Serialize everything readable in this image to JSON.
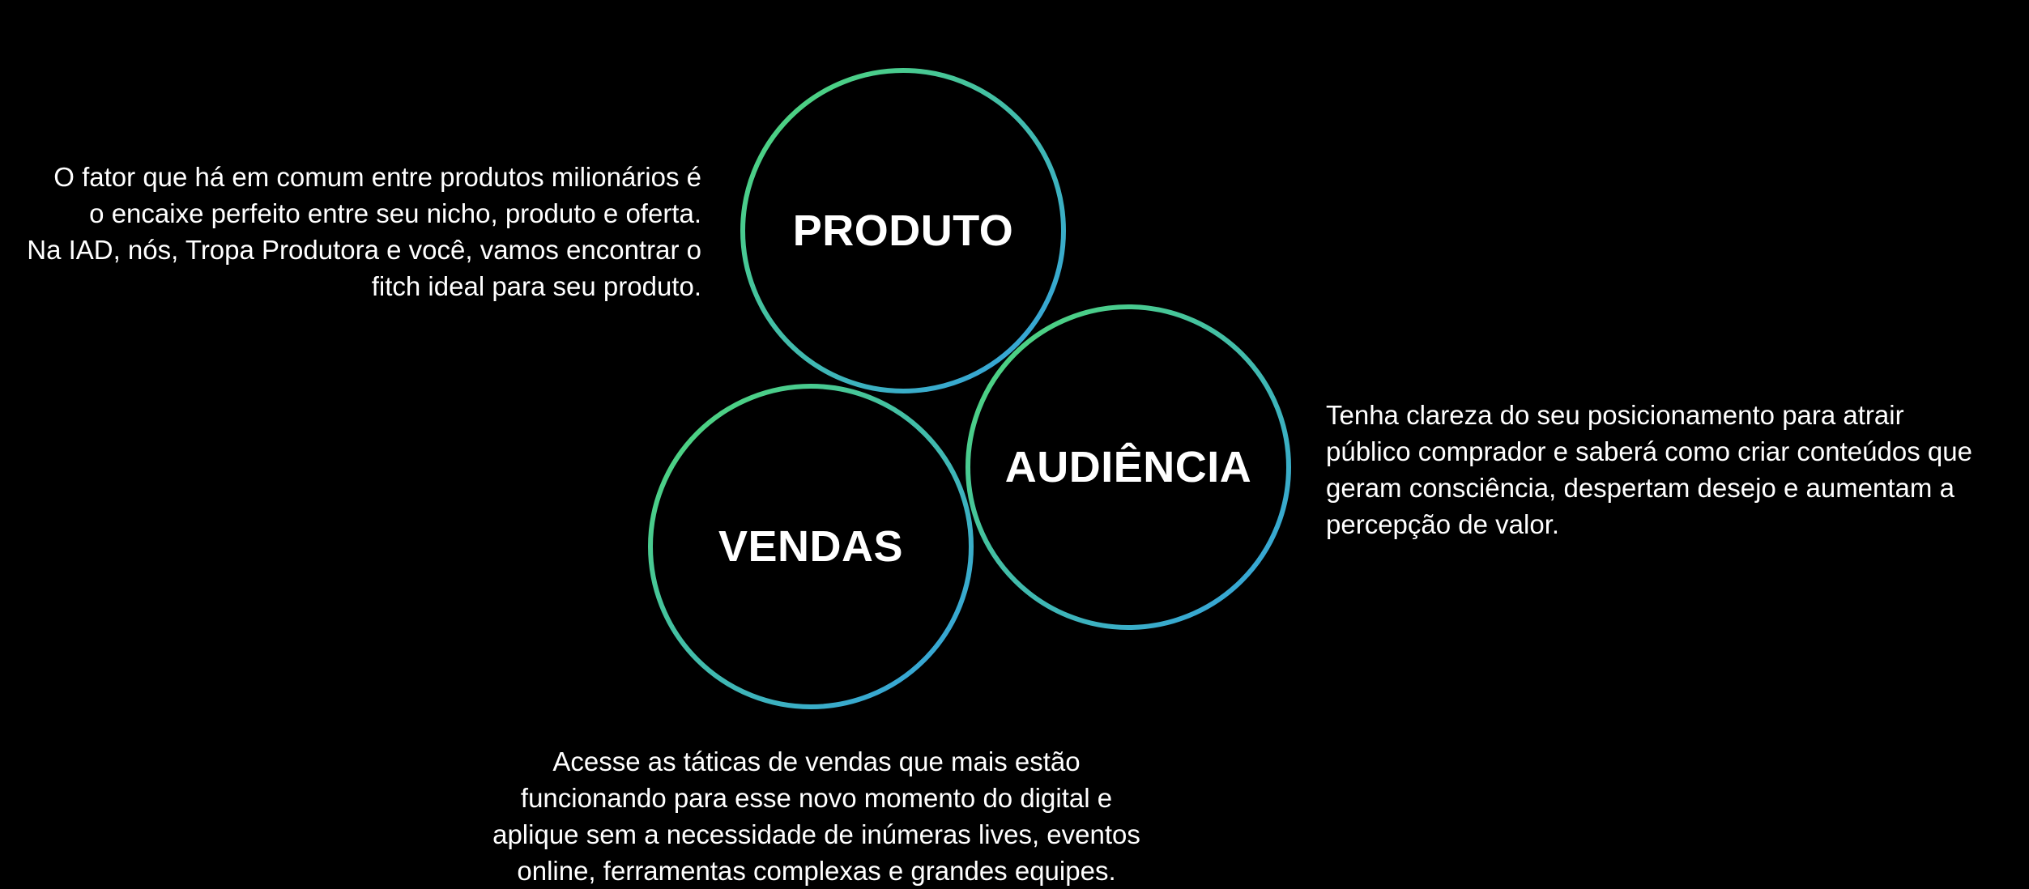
{
  "canvas": {
    "background": "#000000",
    "text_color": "#ffffff"
  },
  "colors": {
    "gradient_green": "#50d974",
    "gradient_blue": "#339fe3"
  },
  "circles": [
    {
      "label": "PRODUTO",
      "description": "O fator que há em comum entre produtos milionários é\no encaixe perfeito entre seu nicho, produto e oferta.\nNa IAD, nós, Tropa Produtora e você, vamos encontrar o\nfitch ideal para seu produto."
    },
    {
      "label": "AUDIÊNCIA",
      "description": "Tenha clareza do seu posicionamento para atrair\npúblico comprador e saberá como criar conteúdos que\ngeram consciência, despertam desejo e aumentam a\npercepção de valor."
    },
    {
      "label": "VENDAS",
      "description": "Acesse as táticas de vendas que mais estão\nfuncionando para esse novo momento do digital e\naplique sem a necessidade de inúmeras lives, eventos\nonline, ferramentas complexas e grandes equipes."
    }
  ]
}
